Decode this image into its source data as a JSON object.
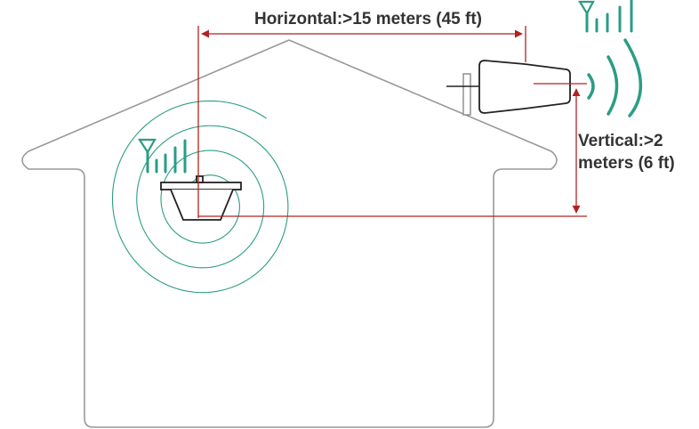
{
  "labels": {
    "horizontal": "Horizontal:>15 meters (45 ft)",
    "vertical_line1": "Vertical:>2",
    "vertical_line2": "meters (6 ft)"
  },
  "icons": {
    "indoor_signal": "signal-bars-icon",
    "outdoor_signal": "signal-bars-icon",
    "indoor_antenna": "ceiling-dome-antenna-icon",
    "outdoor_antenna": "directional-panel-antenna-icon"
  },
  "colors": {
    "house_outline": "#999999",
    "dimension_lines": "#b22222",
    "signal": "#2a9d84",
    "antenna_outline": "#222222",
    "text": "#333333"
  }
}
